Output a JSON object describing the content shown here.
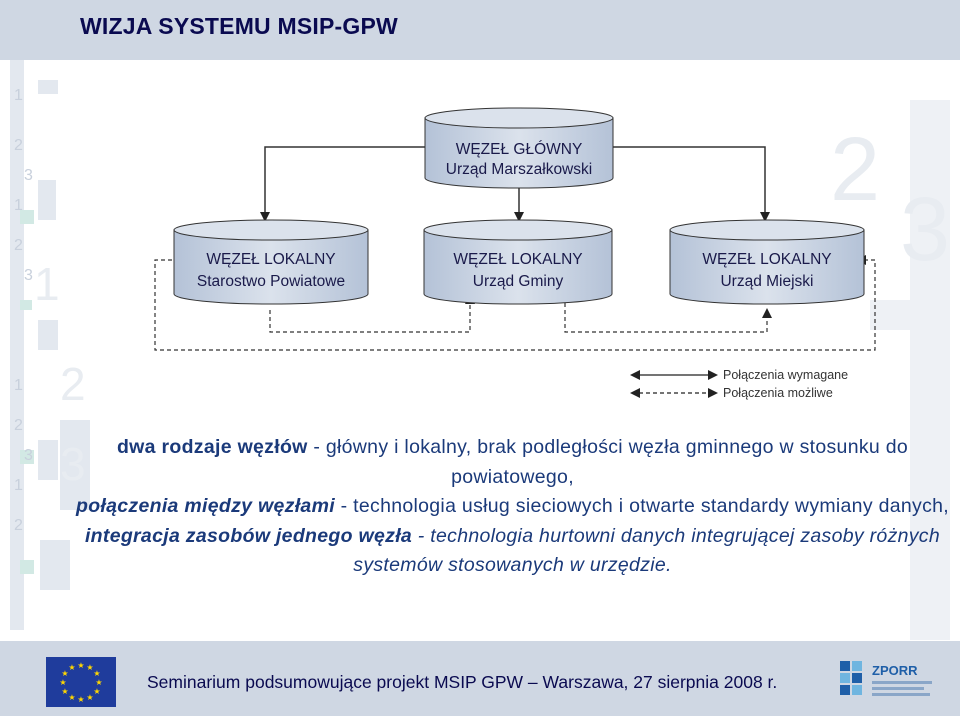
{
  "title": "WIZJA SYSTEMU MSIP-GPW",
  "nodes": {
    "main": {
      "line1": "WĘZEŁ GŁÓWNY",
      "line2": "Urząd Marszałkowski"
    },
    "local1": {
      "line1": "WĘZEŁ LOKALNY",
      "line2": "Starostwo Powiatowe"
    },
    "local2": {
      "line1": "WĘZEŁ LOKALNY",
      "line2": "Urząd Gminy"
    },
    "local3": {
      "line1": "WĘZEŁ LOKALNY",
      "line2": "Urząd Miejski"
    }
  },
  "legend": {
    "required": "Połączenia wymagane",
    "possible": "Połączenia możliwe"
  },
  "body": {
    "p1_bold": "dwa rodzaje węzłów",
    "p1_text": " - główny i lokalny, brak podległości węzła gminnego w stosunku do powiatowego,",
    "p2_bold": "połączenia między węzłami",
    "p2_text": " - technologia usług sieciowych i otwarte standardy wymiany danych,",
    "p3_bold": "integracja zasobów jednego węzła",
    "p3_text": " - technologia hurtowni danych integrującej zasoby różnych systemów stosowanych w urzędzie."
  },
  "footer": {
    "text": "Seminarium podsumowujące projekt MSIP GPW – Warszawa, 27 sierpnia 2008 r.",
    "logo_text": "ZPORR"
  },
  "colors": {
    "header_bg": "#cfd7e3",
    "node_fill": "#c5d0e0",
    "title_text": "#0a0a50",
    "body_text": "#1b3a7a"
  }
}
